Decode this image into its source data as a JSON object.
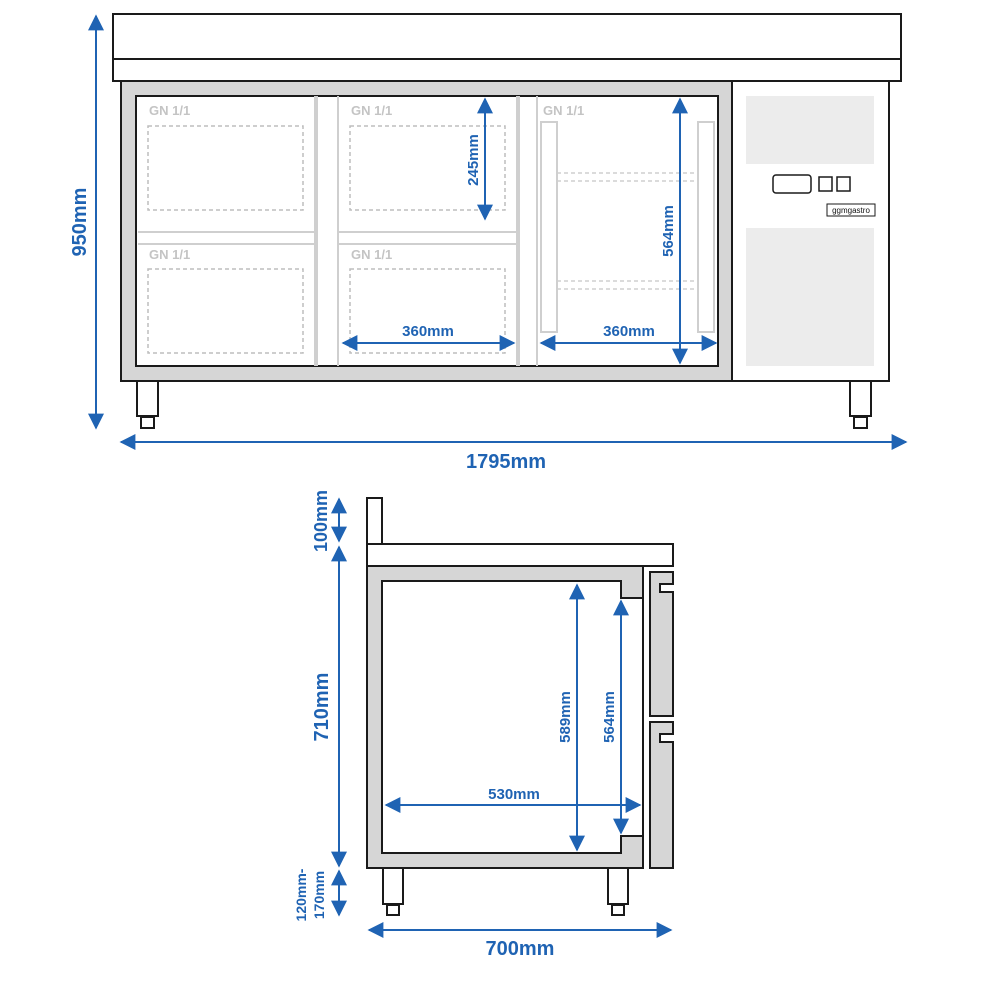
{
  "colors": {
    "dimension": "#1f63b3",
    "frame": "#1a1a1a",
    "insulation": "#d6d6d6",
    "panel": "#ececec",
    "gn_label": "#c4c4c4"
  },
  "front_view": {
    "height_label": "950mm",
    "width_label": "1795mm",
    "gn_labels": [
      "GN 1/1",
      "GN 1/1",
      "GN 1/1",
      "GN 1/1",
      "GN 1/1"
    ],
    "pan_height_label": "245mm",
    "interior_height_label": "564mm",
    "pan_width_label_1": "360mm",
    "pan_width_label_2": "360mm",
    "brand": "ggmgastro",
    "control_icons": [
      "display-icon",
      "button-icon",
      "button-icon"
    ]
  },
  "side_view": {
    "upstand_label": "100mm",
    "body_height_label": "710mm",
    "feet_label_line1": "120mm-",
    "feet_label_line2": "170mm",
    "interior_height_label": "589mm",
    "door_height_label": "564mm",
    "interior_depth_label": "530mm",
    "depth_label": "700mm"
  }
}
